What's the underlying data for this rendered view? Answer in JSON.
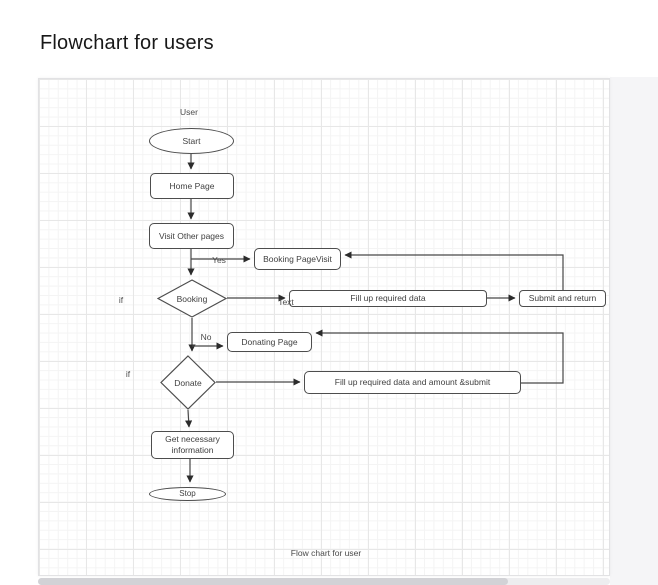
{
  "page": {
    "title": "Flowchart for users"
  },
  "diagram": {
    "pool_label": "User",
    "caption": "Flow chart for user",
    "nodes": {
      "start": {
        "label": "Start"
      },
      "home": {
        "label": "Home Page"
      },
      "visit": {
        "label": "Visit Other pages"
      },
      "booking_pagevisit": {
        "label": "Booking PageVisit"
      },
      "booking": {
        "label": "Booking"
      },
      "fill_data": {
        "label": "Fill up required data"
      },
      "submit_return": {
        "label": "Submit and return"
      },
      "donating_page": {
        "label": "Donating Page"
      },
      "donate": {
        "label": "Donate"
      },
      "fill_amount": {
        "label": "Fill up required data and amount &submit"
      },
      "get_info": {
        "label": "Get necessary information"
      },
      "stop": {
        "label": "Stop"
      }
    },
    "edge_labels": {
      "yes": "Yes",
      "no": "No",
      "text": "Text",
      "if_booking": "if",
      "if_donate": "if"
    }
  },
  "colors": {
    "shape_border": "#4d4d4d",
    "edge_line": "#474747",
    "grid_major": "#e7e7e7",
    "grid_minor": "#f4f4f4",
    "canvas_bg": "#ffffff",
    "side_panel_bg": "#f5f5f7",
    "scroll_thumb": "#d2d2d6"
  }
}
